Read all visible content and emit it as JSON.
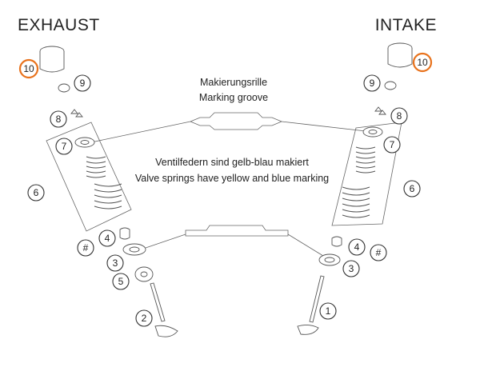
{
  "headings": {
    "exhaust": "EXHAUST",
    "intake": "INTAKE"
  },
  "notes": {
    "groove_de": "Makierungsrille",
    "groove_en": "Marking groove",
    "springs_de": "Ventilfedern sind gelb-blau makiert",
    "springs_en": "Valve springs have yellow and blue marking"
  },
  "callouts": {
    "exhaust": {
      "n10": "10",
      "n9": "9",
      "n8": "8",
      "n7": "7",
      "n6": "6",
      "hash": "#",
      "n4": "4",
      "n3": "3",
      "n5": "5",
      "n2": "2"
    },
    "intake": {
      "n10": "10",
      "n9": "9",
      "n8": "8",
      "n7": "7",
      "n6": "6",
      "hash": "#",
      "n4": "4",
      "n3": "3",
      "n1": "1"
    }
  },
  "colors": {
    "highlight": "#e8721c",
    "ink": "#222222"
  }
}
